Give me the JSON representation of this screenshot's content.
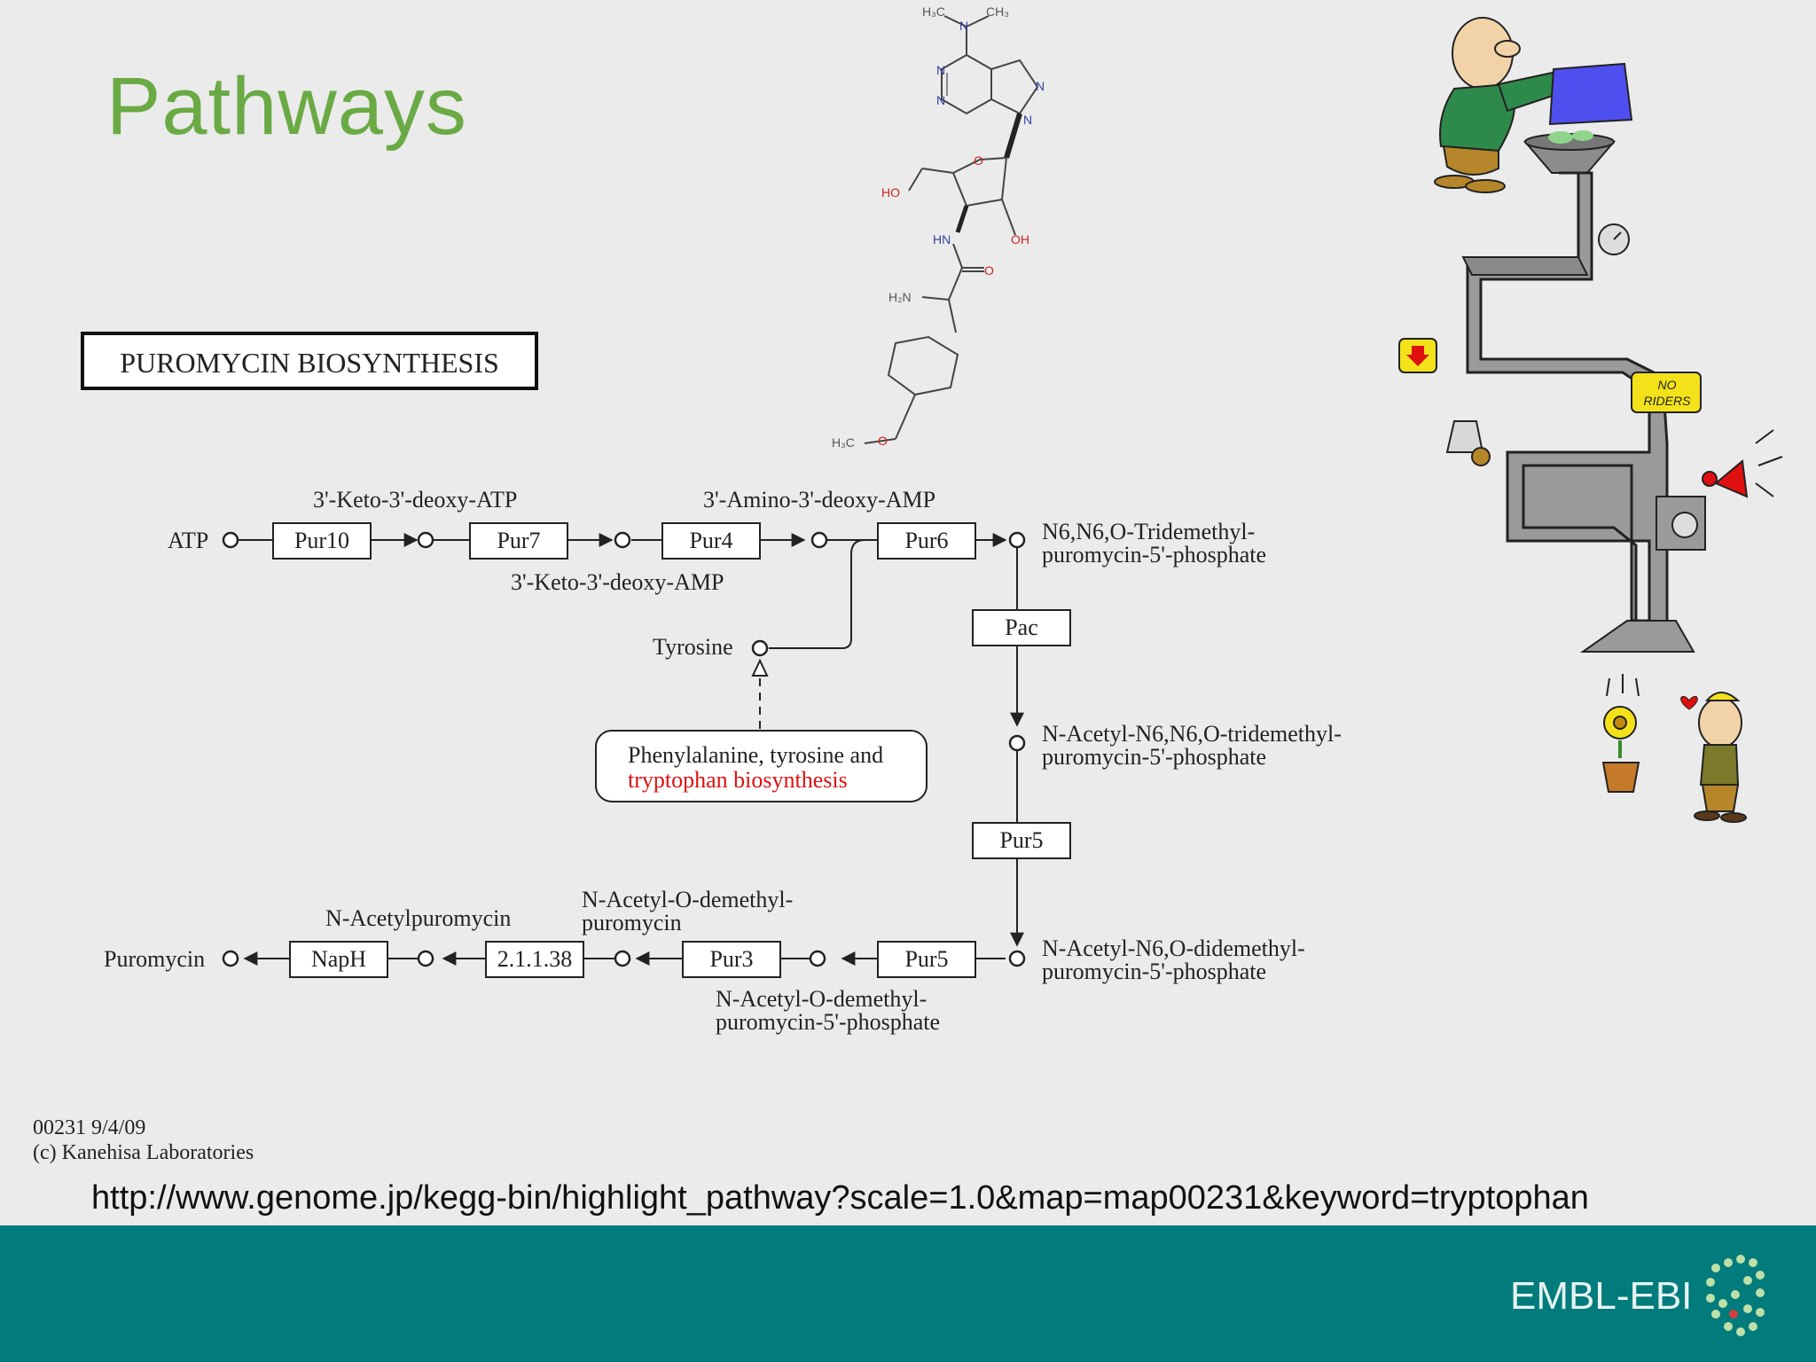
{
  "slide": {
    "title": "Pathways",
    "url": "http://www.genome.jp/kegg-bin/highlight_pathway?scale=1.0&map=map00231&keyword=tryptophan",
    "brand": "EMBL-EBI"
  },
  "pathway": {
    "title": "PUROMYCIN BIOSYNTHESIS",
    "map_id_date": "00231 9/4/09",
    "copyright": "(c) Kanehisa Laboratories",
    "compounds": {
      "atp": "ATP",
      "keto_atp": "3'-Keto-3'-deoxy-ATP",
      "keto_amp": "3'-Keto-3'-deoxy-AMP",
      "amino_amp": "3'-Amino-3'-deoxy-AMP",
      "tridemethyl_1": "N6,N6,O-Tridemethyl-",
      "tridemethyl_2": "puromycin-5'-phosphate",
      "tyrosine": "Tyrosine",
      "acetyl_tridemethyl_1": "N-Acetyl-N6,N6,O-tridemethyl-",
      "acetyl_tridemethyl_2": "puromycin-5'-phosphate",
      "acetyl_didemethyl_1": "N-Acetyl-N6,O-didemethyl-",
      "acetyl_didemethyl_2": "puromycin-5'-phosphate",
      "acetyl_demethyl_p_1": "N-Acetyl-O-demethyl-",
      "acetyl_demethyl_p_2": "puromycin-5'-phosphate",
      "acetyl_demethyl_1": "N-Acetyl-O-demethyl-",
      "acetyl_demethyl_2": "puromycin",
      "acetylpuromycin": "N-Acetylpuromycin",
      "puromycin": "Puromycin"
    },
    "enzymes": {
      "pur10": "Pur10",
      "pur7": "Pur7",
      "pur4": "Pur4",
      "pur6": "Pur6",
      "pac": "Pac",
      "pur5_a": "Pur5",
      "pur5_b": "Pur5",
      "pur3": "Pur3",
      "ec": "2.1.1.38",
      "naph": "NapH"
    },
    "link_map": {
      "line1": "Phenylalanine, tyrosine and",
      "line2": "tryptophan biosynthesis"
    },
    "highlight_color": "#e01010"
  },
  "cartoon": {
    "sign_no_riders_1": "NO",
    "sign_no_riders_2": "RIDERS"
  },
  "colors": {
    "title_green": "#6aaa45",
    "footer_teal": "#017b7b",
    "background": "#ebebeb"
  }
}
